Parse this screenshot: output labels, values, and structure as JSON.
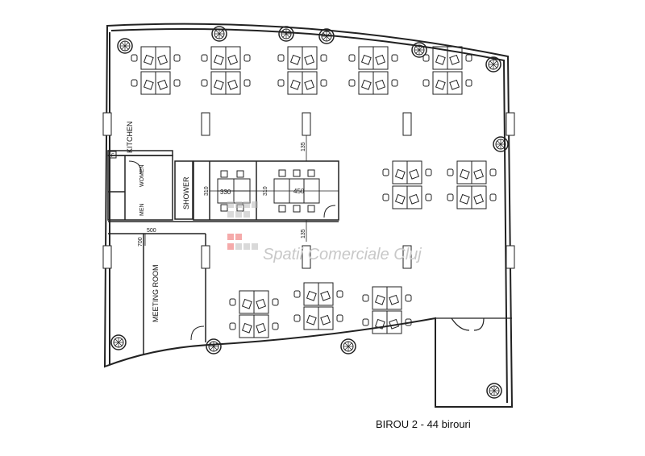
{
  "plan": {
    "rooms": {
      "kitchen": "KITCHEN",
      "fridge": "F",
      "women": "WOMEN",
      "men": "MEN",
      "shower": "SHOWER",
      "meeting_room": "MEETING ROOM"
    },
    "dimensions": {
      "room_a_width": "330",
      "room_b_width": "450",
      "room_a_depth": "310",
      "room_b_depth": "310",
      "clearance_top": "135",
      "clearance_bottom": "135",
      "meeting_width": "500",
      "meeting_depth": "700"
    },
    "watermark": "Spatii Comerciale Cluj",
    "caption": "BIROU 2 - 44 birouri"
  }
}
